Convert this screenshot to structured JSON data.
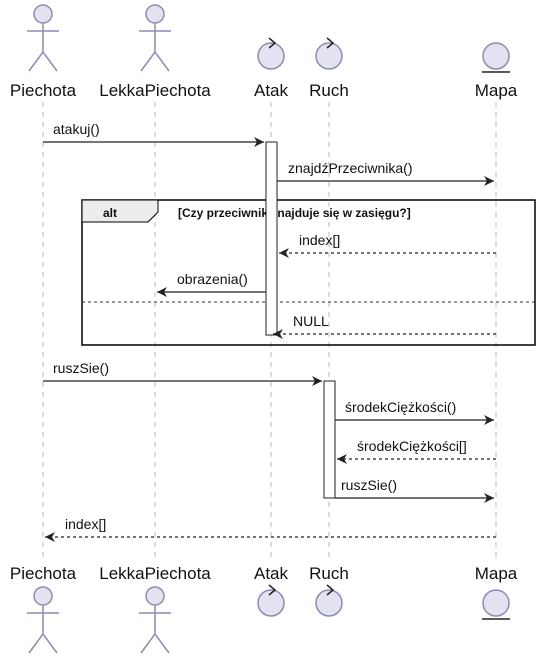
{
  "participants": [
    {
      "id": "piechota",
      "name": "Piechota",
      "kind": "actor"
    },
    {
      "id": "lekka",
      "name": "LekkaPiechota",
      "kind": "actor"
    },
    {
      "id": "atak",
      "name": "Atak",
      "kind": "control"
    },
    {
      "id": "ruch",
      "name": "Ruch",
      "kind": "control"
    },
    {
      "id": "mapa",
      "name": "Mapa",
      "kind": "entity"
    }
  ],
  "messages": {
    "m1": "atakuj()",
    "m2": "znajdźPrzeciwnika()",
    "m3": "index[]",
    "m4": "obrazenia()",
    "m5": "NULL",
    "m6": "ruszSie()",
    "m7": "środekCiężkości()",
    "m8": "środekCiężkości[]",
    "m9": "ruszSie()",
    "m10": "index[]"
  },
  "alt_fragment": {
    "keyword": "alt",
    "guard": "[Czy przeciwnik znajduje się w zasięgu?]"
  },
  "colors": {
    "participant_fill": "#e2e2f0",
    "participant_stroke": "#8c8cb0",
    "line": "#222222",
    "lifeline": "#b8b8b8"
  }
}
